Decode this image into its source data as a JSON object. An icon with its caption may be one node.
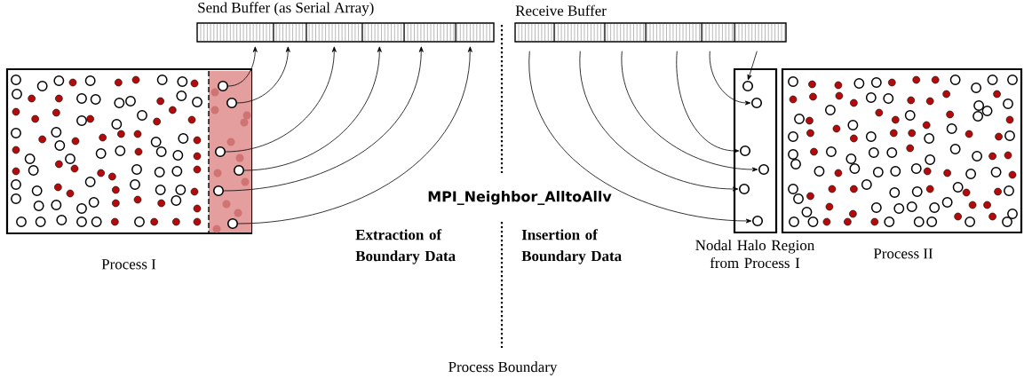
{
  "diagram": {
    "nodes": [
      {
        "text": [
          "Process I"
        ]
      },
      {
        "text": [],
        "shape": "box",
        "in": 0
      },
      {
        "text": [
          "Send Buffer (as Serial Array)"
        ]
      },
      {
        "text": [
          "Receive Buffer"
        ]
      },
      {
        "text": [
          "Nodal Halo Region from Process I"
        ]
      },
      {
        "text": [
          "Process II"
        ]
      },
      {
        "text": [],
        "shape": "circle",
        "in": 1
      },
      {
        "text": [],
        "shape": "circle",
        "in": 1
      },
      {
        "text": [],
        "shape": "circle",
        "in": 1
      },
      {
        "text": [],
        "shape": "circle",
        "in": 1
      },
      {
        "text": [],
        "shape": "circle",
        "in": 1
      },
      {
        "text": [],
        "shape": "circle",
        "in": 1
      },
      {
        "text": [],
        "shape": "circle",
        "in": 4
      },
      {
        "text": [],
        "shape": "circle",
        "in": 4
      },
      {
        "text": [],
        "shape": "circle",
        "in": 4
      },
      {
        "text": [],
        "shape": "circle",
        "in": 4
      },
      {
        "text": [],
        "shape": "circle",
        "in": 4
      },
      {
        "text": [],
        "shape": "circle",
        "in": 4
      }
    ],
    "edges": [
      {
        "from": 6,
        "to": 2,
        "arrow": "to"
      },
      {
        "from": 7,
        "to": 2,
        "arrow": "to"
      },
      {
        "from": 8,
        "to": 2,
        "arrow": "to"
      },
      {
        "from": 9,
        "to": 2,
        "arrow": "to"
      },
      {
        "from": 10,
        "to": 2,
        "arrow": "to"
      },
      {
        "from": 11,
        "to": 2,
        "arrow": "to"
      },
      {
        "from": 3,
        "to": 17,
        "arrow": "to"
      },
      {
        "from": 3,
        "to": 16,
        "arrow": "to"
      },
      {
        "from": 3,
        "to": 15,
        "arrow": "to"
      },
      {
        "from": 3,
        "to": 14,
        "arrow": "to"
      },
      {
        "from": 3,
        "to": 13,
        "arrow": "to"
      },
      {
        "from": 3,
        "to": 12,
        "arrow": "to"
      }
    ],
    "labels": [
      "MPI_Neighbor_AlltoAllv",
      "Extraction of Boundary Data",
      "Insertion of Boundary Data",
      "Process Boundary"
    ]
  }
}
